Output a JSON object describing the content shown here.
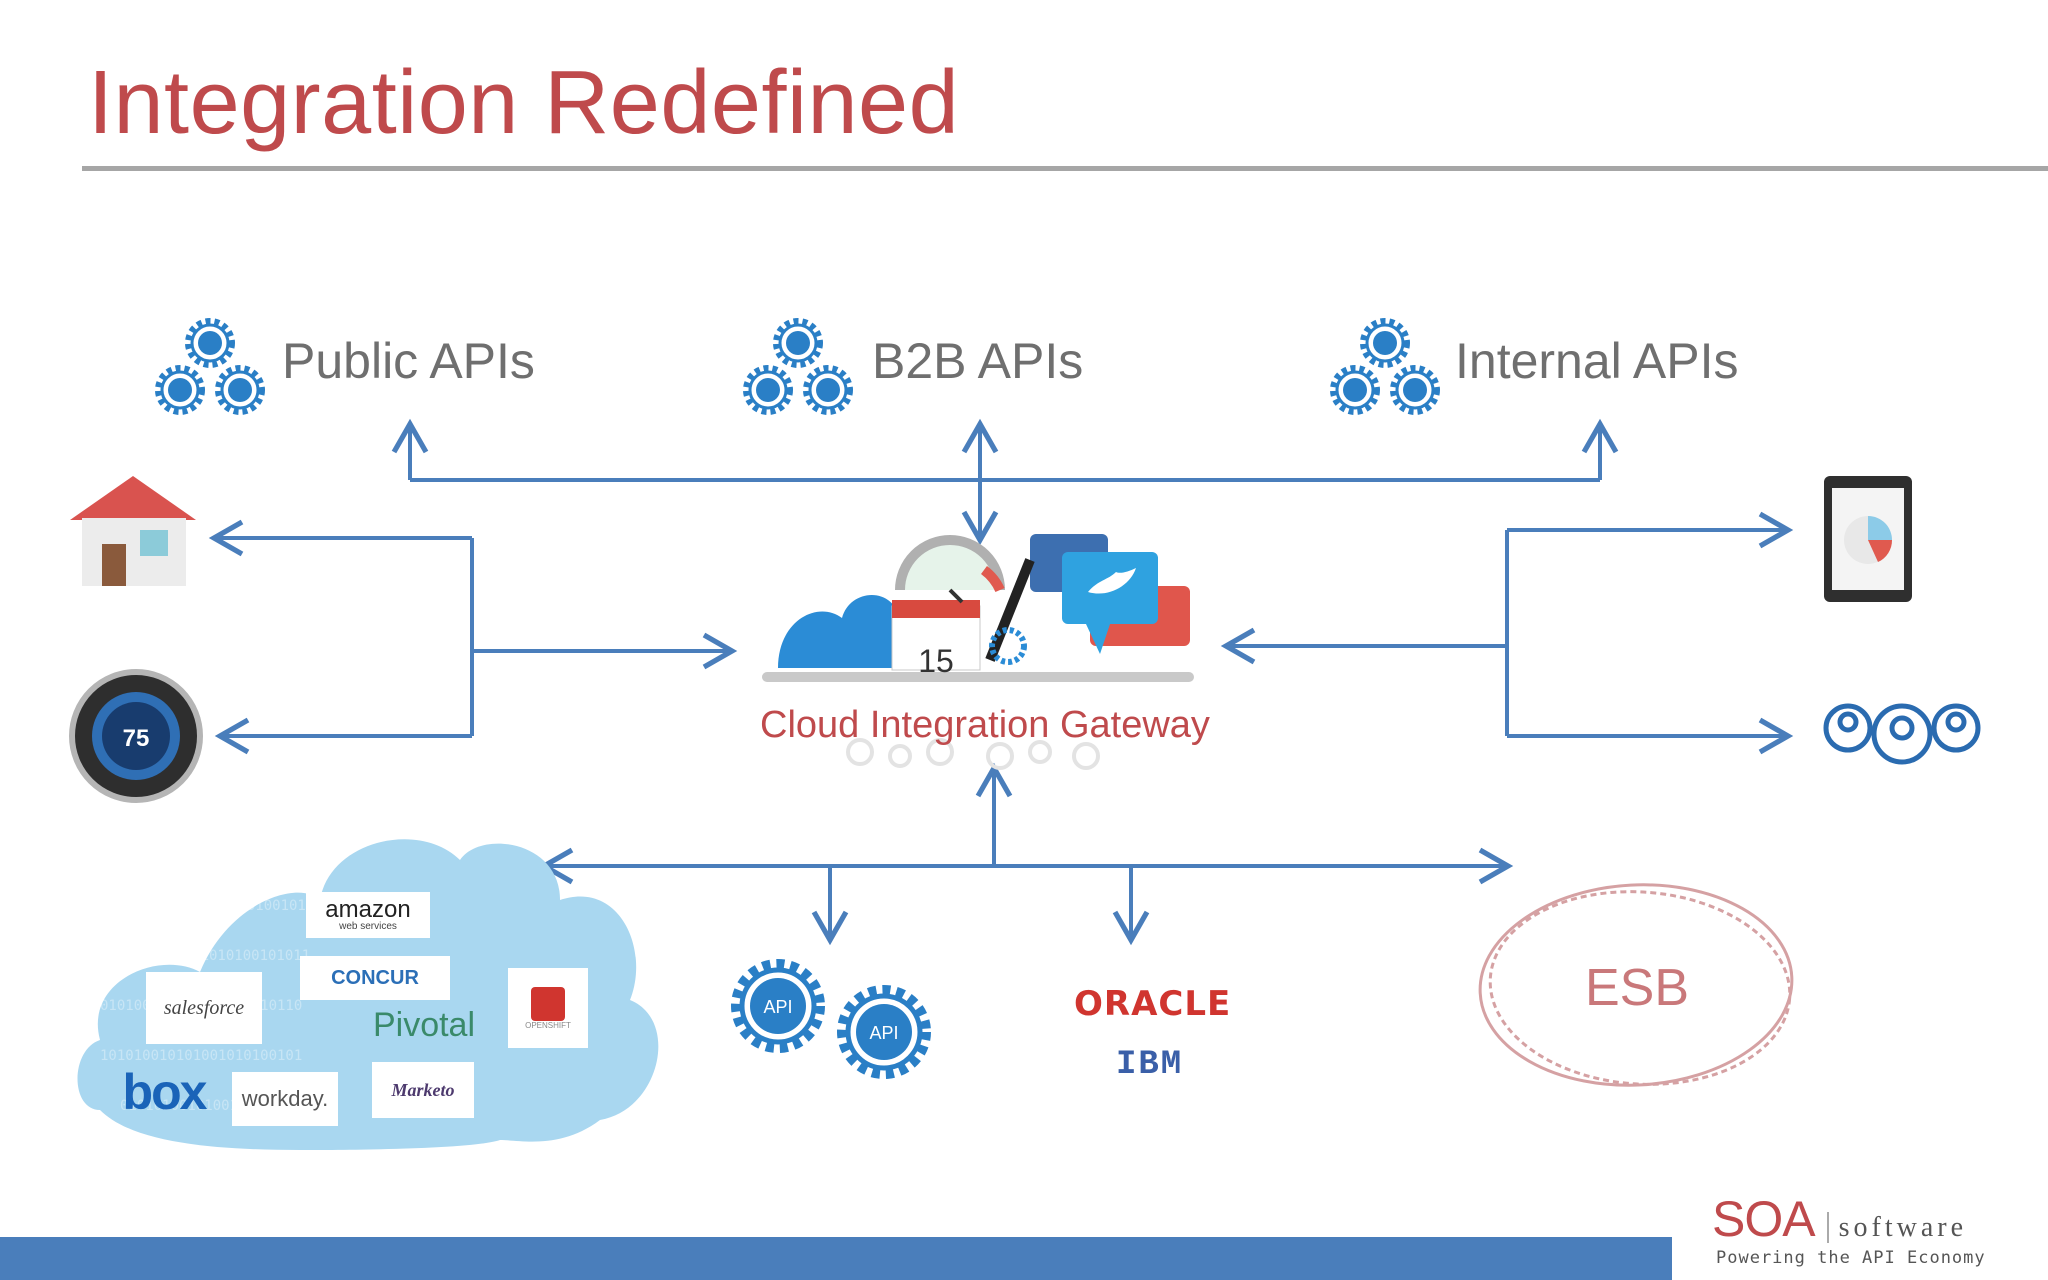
{
  "title": "Integration Redefined",
  "top_labels": {
    "public": "Public APIs",
    "b2b": "B2B APIs",
    "internal": "Internal APIs"
  },
  "gear_badge": "API",
  "hub": {
    "label": "Cloud Integration Gateway",
    "calendar_day": "15"
  },
  "thermostat_value": "75",
  "cloud_logos": {
    "amazon": "amazon",
    "amazon_sub": "web services",
    "concur": "CONCUR",
    "salesforce": "salesforce",
    "pivotal": "Pivotal",
    "box": "box",
    "workday": "workday.",
    "marketo": "Marketo",
    "openshift": "OPENSHIFT"
  },
  "vendors": {
    "oracle": "ORACLE",
    "ibm": "IBM"
  },
  "esb": "ESB",
  "brand": {
    "soa": "SOA",
    "software": "software",
    "tagline": "Powering the API Economy"
  },
  "colors": {
    "title": "#bf4a4c",
    "rule": "#a6a6a6",
    "arrow": "#4a7ebb",
    "gear": "#2a7fc6",
    "bottom_bar": "#4a7ebb"
  },
  "icons": [
    "gear-cluster-icon",
    "house-icon",
    "thermostat-icon",
    "tablet-chart-icon",
    "user-group-icon",
    "cloud-saas-icon",
    "esb-circle-icon"
  ]
}
